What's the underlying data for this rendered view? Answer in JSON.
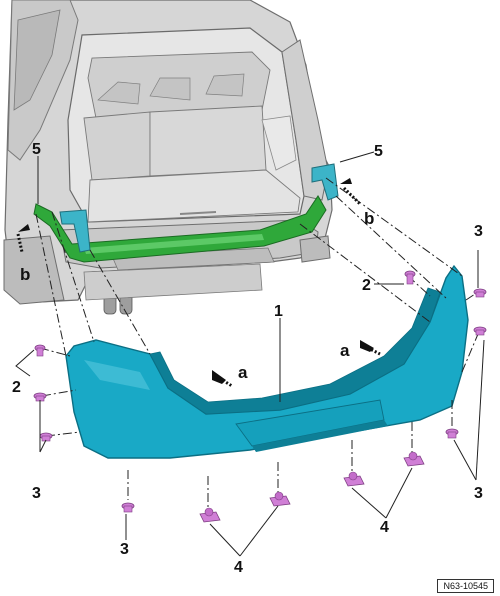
{
  "callouts": {
    "bumper_cover": "1",
    "screw": "2",
    "clip": "3",
    "nut": "4",
    "guide": "5"
  },
  "letters": {
    "a": "a",
    "b": "b"
  },
  "reference": "N63-10545",
  "colors": {
    "bumper": "#19a9c6",
    "bumper_shadow": "#0e7f96",
    "carrier": "#2fa83a",
    "guide": "#3cb4c8",
    "fastener": "#d07fd6",
    "car_body": "#d9d9d9",
    "car_line": "#7a7a7a"
  }
}
